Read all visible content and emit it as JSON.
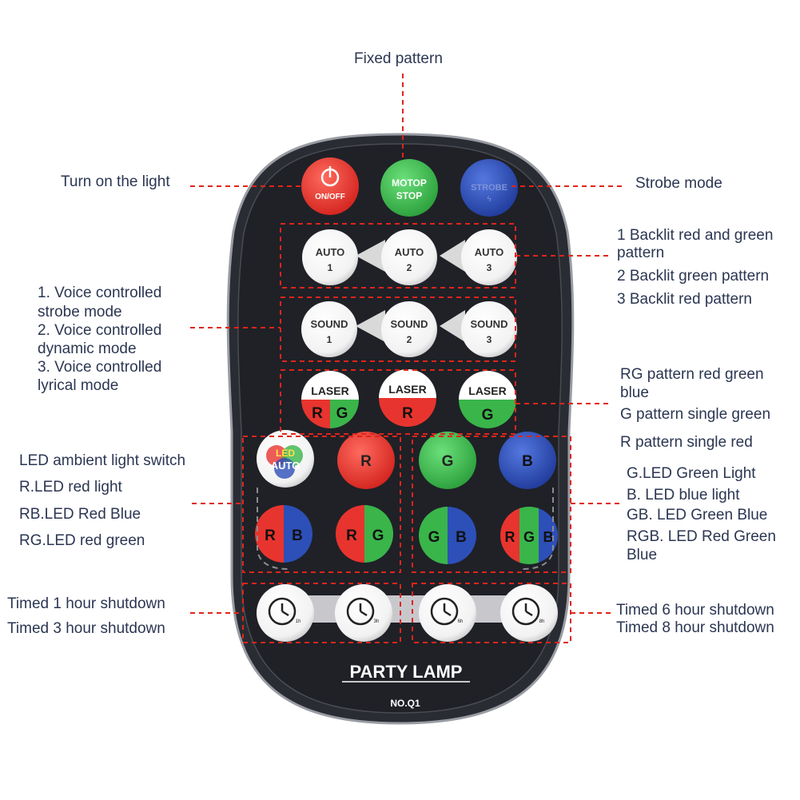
{
  "labels": {
    "fixed_pattern": "Fixed pattern",
    "turn_on": "Turn on the light",
    "strobe_mode": "Strobe mode",
    "auto": [
      "1 Backlit red and green",
      "pattern",
      "2 Backlit green pattern",
      "3 Backlit red pattern"
    ],
    "voice": [
      "1. Voice controlled",
      "strobe mode",
      "2. Voice controlled",
      "dynamic mode",
      "3. Voice controlled",
      "lyrical mode"
    ],
    "laser": [
      "RG pattern red green",
      "blue",
      "G pattern single green",
      "R pattern single red"
    ],
    "led_left": [
      "LED ambient light switch",
      "R.LED red light",
      "RB.LED Red Blue",
      "RG.LED red green"
    ],
    "led_right": [
      "G.LED Green Light",
      "B. LED blue light",
      "GB. LED Green Blue",
      "RGB. LED Red Green",
      "Blue"
    ],
    "timer_left": [
      "Timed 1 hour shutdown",
      "Timed 3 hour shutdown"
    ],
    "timer_right": [
      "Timed 6 hour shutdown",
      "Timed 8 hour shutdown"
    ]
  },
  "remote": {
    "on_off": "ON/OFF",
    "motop_line1": "MOTOP",
    "motop_line2": "STOP",
    "strobe": "STROBE",
    "auto_word": "AUTO",
    "sound_word": "SOUND",
    "laser_word": "LASER",
    "nums": [
      "1",
      "2",
      "3"
    ],
    "laser_rg": [
      "R",
      "G"
    ],
    "laser_r": "R",
    "laser_g": "G",
    "led_word": "LED",
    "led_auto_word": "AUTO",
    "led_r": "R",
    "led_g": "G",
    "led_b": "B",
    "timer_marks": [
      "1h",
      "3h",
      "6h",
      "8h"
    ],
    "brand": "PARTY LAMP",
    "model": "NO.Q1"
  },
  "colors": {
    "body": "#23252d",
    "red": "#e8342e",
    "green": "#3ab54a",
    "blue": "#2d4fb8",
    "dash": "#e0241b",
    "label": "#2b3652"
  }
}
